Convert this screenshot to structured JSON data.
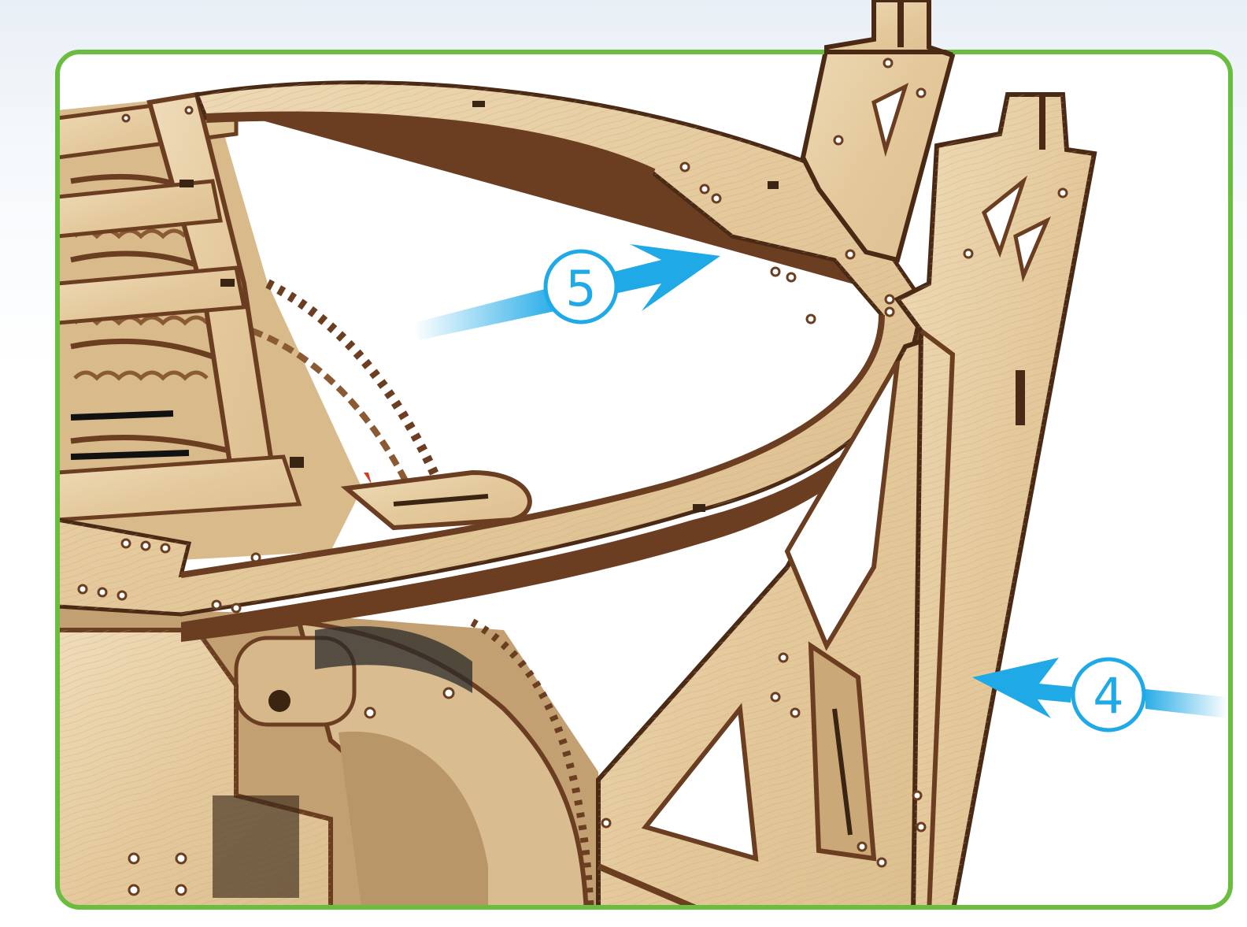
{
  "frame": {
    "border_color": "#6bbd3f",
    "background": "#ffffff"
  },
  "colors": {
    "wood_face": "#e6cfa6",
    "wood_light": "#efdcba",
    "wood_shade": "#d2b486",
    "wood_edge": "#6b3e22",
    "wood_edge_dark": "#4a2a15",
    "arrow": "#1fa9e6",
    "arrow_fade": "#bfe6f8"
  },
  "callouts": [
    {
      "id": "part-5",
      "label": "5",
      "icon": "arrow-right-icon"
    },
    {
      "id": "part-4",
      "label": "4",
      "icon": "arrow-left-icon"
    }
  ]
}
